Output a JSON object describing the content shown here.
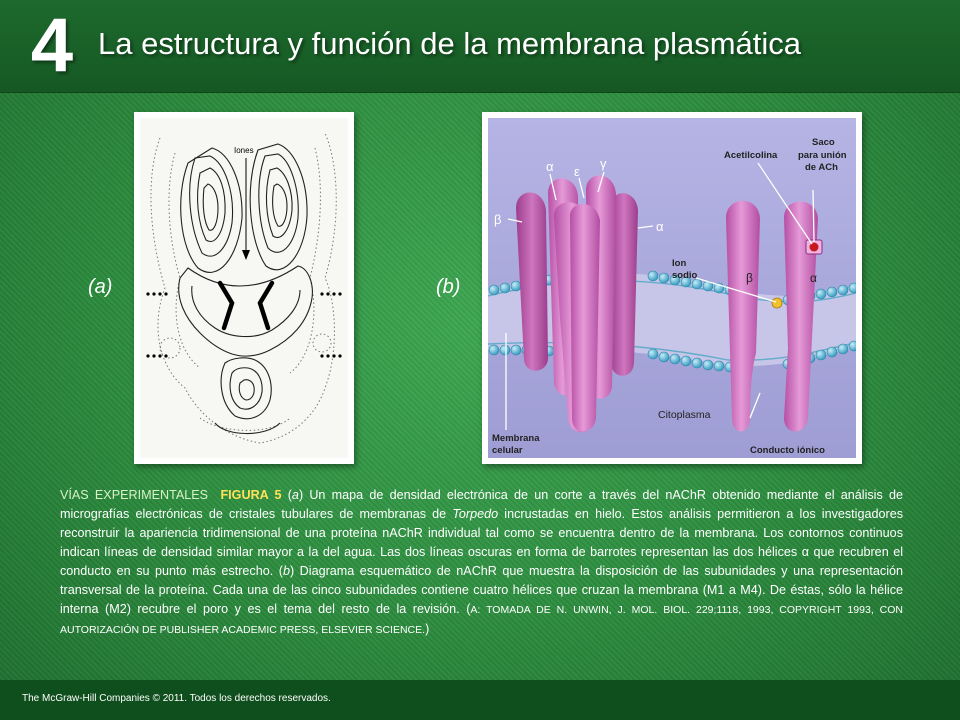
{
  "header": {
    "chapter_number": "4",
    "title": "La estructura y función de la membrana plasmática"
  },
  "figure": {
    "label_a": "(a)",
    "label_b": "(b)",
    "panel_a": {
      "ions_label": "Iones"
    },
    "panel_b": {
      "labels": {
        "acetilcolina": "Acetilcolina",
        "saco": "Saco",
        "para_union": "para unión",
        "de_ach": "de ACh",
        "alpha_top": "α",
        "epsilon": "ε",
        "gamma": "γ",
        "beta_left": "β",
        "alpha_mid": "α",
        "ion": "Ion",
        "sodio": "sodio",
        "beta_right": "β",
        "alpha_right": "α",
        "citoplasma": "Citoplasma",
        "membrana": "Membrana",
        "celular": "celular",
        "conducto": "Conducto iónico"
      }
    }
  },
  "caption": {
    "section": "VÍAS EXPERIMENTALES",
    "figure_ref": "FIGURA 5",
    "p1": " (",
    "a": "a",
    "p2": ") Un mapa de densidad electrónica de un corte a través del nAChR obtenido mediante el análisis de micrografías electrónicas de cristales tubulares de membranas de ",
    "torpedo": "Torpedo",
    "p3": " incrustadas en hielo. Estos análisis permitieron a los investigadores reconstruir la apariencia tridimensional de una proteína nAChR individual tal como se encuentra dentro de la membrana. Los contornos continuos indican líneas de densidad similar mayor a la del agua. Las dos líneas oscuras en forma de barrotes representan las dos hélices α que recubren el conducto en su punto más estrecho. (",
    "b": "b",
    "p4": ") Diagrama esquemático de nAChR que muestra la disposición de las subunidades y una representación transversal de la proteína. Cada una de las cinco subunidades contiene cuatro hélices que cruzan la membrana (M1 a M4). De éstas, sólo la hélice interna (M2) recubre el poro y es el tema del resto de la revisión. (",
    "credit": "A: TOMADA DE N. UNWIN, J. MOL. BIOL. 229;1118, 1993, COPYRIGHT 1993, CON AUTORIZACIÓN DE PUBLISHER ACADEMIC PRESS, ELSEVIER SCIENCE.",
    "p5": ")"
  },
  "footer": {
    "text": "The McGraw-Hill Companies © 2011. Todos los derechos reservados."
  },
  "colors": {
    "header": "#1d6a2d",
    "background": "#2c8c3e",
    "protein": "#d772c4",
    "lipid_head": "#55b8d8",
    "diagram_bg": "#a6a5d9",
    "figure_ref": "#ffe15a"
  }
}
